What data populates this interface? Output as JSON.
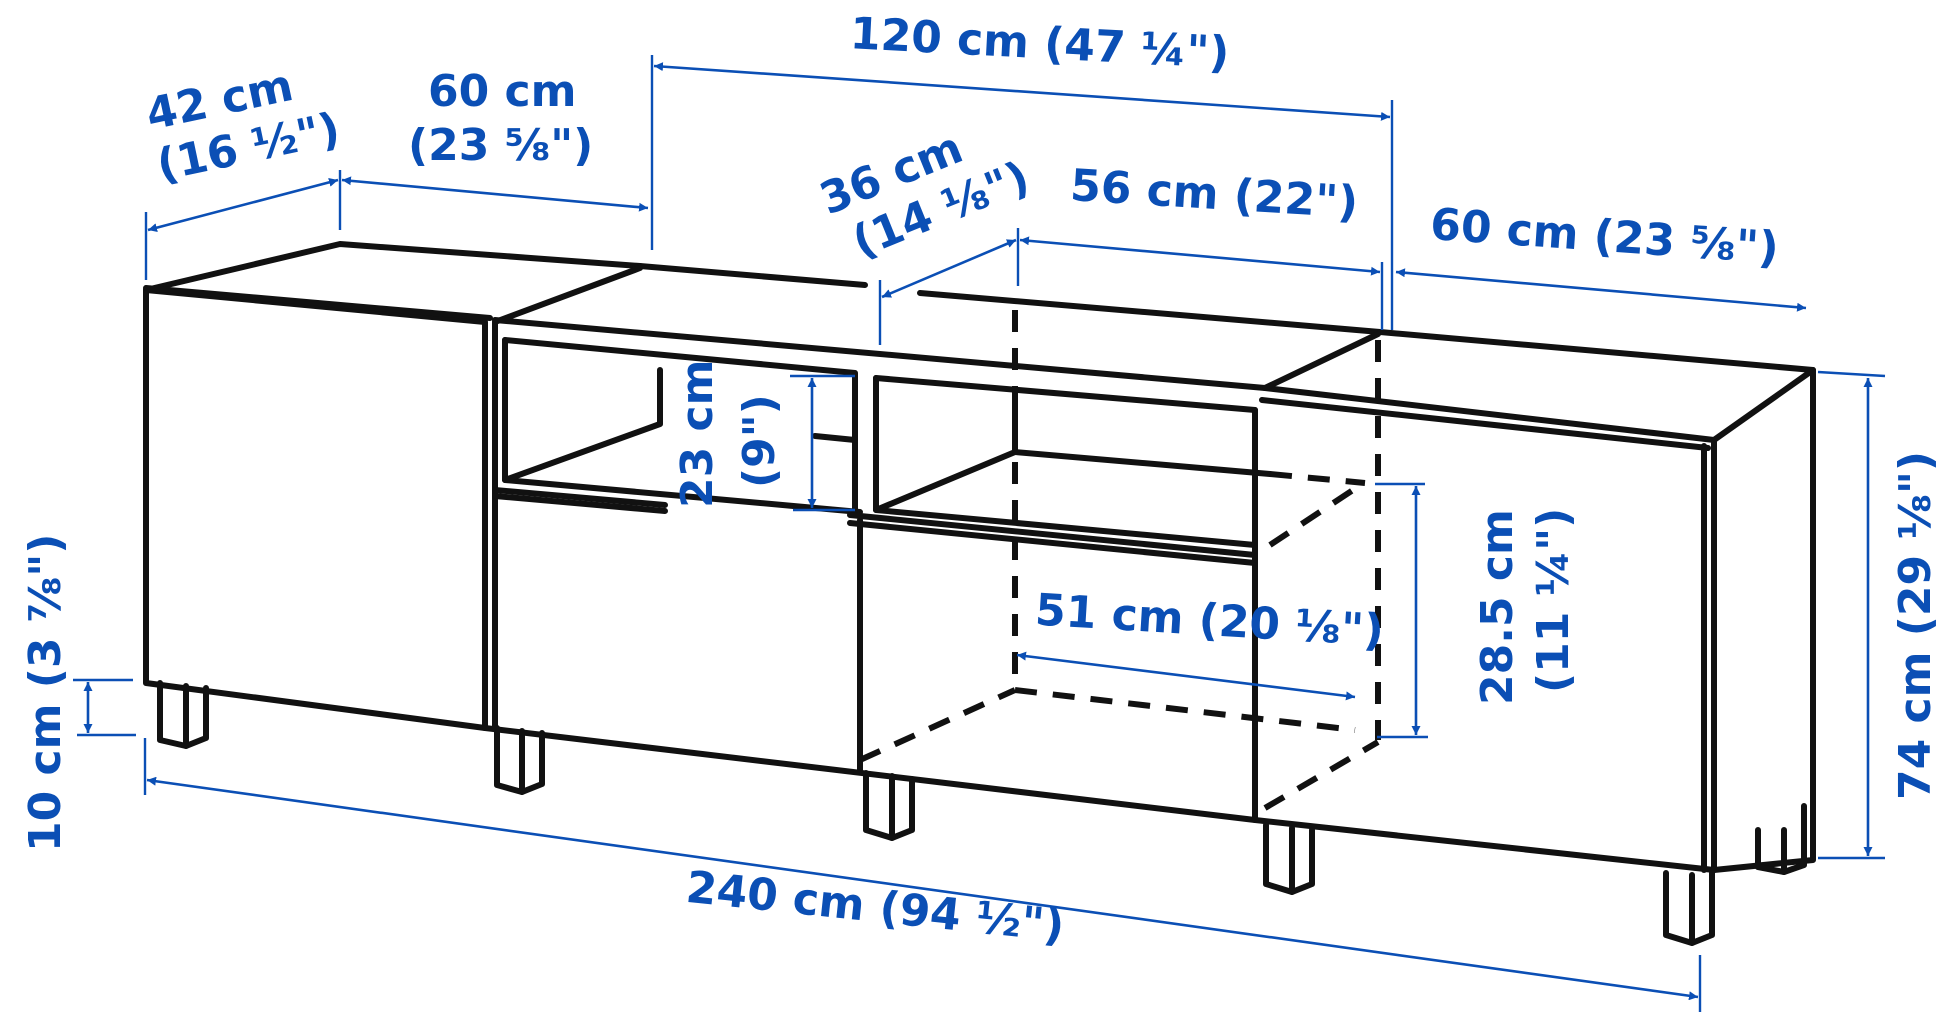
{
  "diagram": {
    "type": "product-dimension-drawing",
    "subject": "TV bench with doors, open compartments and legs",
    "colors": {
      "dimension": "#0b4fb5",
      "outline": "#111111",
      "background": "#ffffff"
    },
    "dimensions": {
      "depth_left": {
        "cm": "42 cm",
        "inch": "(16 ½\")"
      },
      "width_left_section": {
        "cm": "60 cm",
        "inch": "(23 ⅝\")"
      },
      "width_middle": {
        "label": "120 cm (47 ¼\")"
      },
      "inner_depth": {
        "cm": "36 cm",
        "inch": "(14 ⅛\")"
      },
      "inner_width_top": {
        "label": "56 cm (22\")"
      },
      "width_right_section": {
        "label": "60 cm (23 ⅝\")"
      },
      "compartment_height": {
        "cm": "23 cm",
        "inch": "(9\")"
      },
      "inner_width_bottom": {
        "label": "51 cm (20 ⅛\")"
      },
      "inner_height": {
        "cm": "28.5 cm",
        "inch": "(11 ¼\")"
      },
      "leg_height": {
        "label": "10 cm (3 ⅞\")"
      },
      "total_height": {
        "label": "74 cm (29 ⅛\")"
      },
      "total_width": {
        "label": "240 cm (94 ½\")"
      }
    }
  }
}
